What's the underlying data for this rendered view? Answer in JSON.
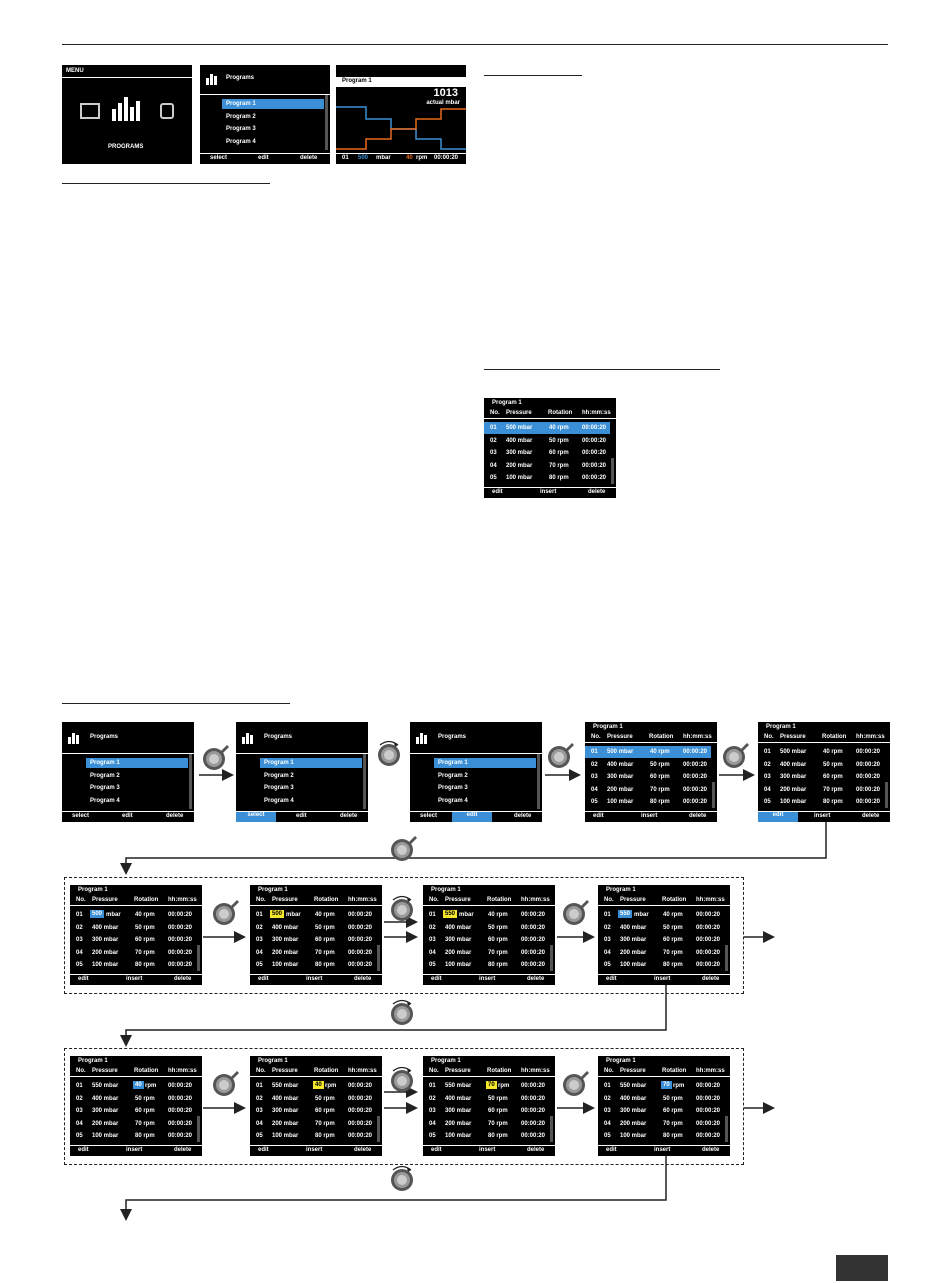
{
  "menu_screen": {
    "title": "MENU",
    "label": "PROGRAMS"
  },
  "programs_screen": {
    "title": "Programs",
    "items": [
      "Program  1",
      "Program  2",
      "Program  3",
      "Program  4"
    ],
    "footer": [
      "select",
      "edit",
      "delete"
    ]
  },
  "graph_screen": {
    "title": "Program  1",
    "value": "1013",
    "unit": "actual mbar",
    "footer": {
      "no": "01",
      "pressure": "500",
      "pressure_unit": "mbar",
      "rpm": "40",
      "rpm_unit": "rpm",
      "time": "00:00:20"
    }
  },
  "table_headers": [
    "No.",
    "Pressure",
    "Rotation",
    "hh:mm:ss"
  ],
  "table_footer": [
    "edit",
    "insert",
    "delete"
  ],
  "program_title": "Program  1",
  "rows": [
    {
      "no": "01",
      "pressure": "500 mbar",
      "rotation": "40 rpm",
      "time": "00:00:20"
    },
    {
      "no": "02",
      "pressure": "400 mbar",
      "rotation": "50 rpm",
      "time": "00:00:20"
    },
    {
      "no": "03",
      "pressure": "300 mbar",
      "rotation": "60 rpm",
      "time": "00:00:20"
    },
    {
      "no": "04",
      "pressure": "200 mbar",
      "rotation": "70 rpm",
      "time": "00:00:20"
    },
    {
      "no": "05",
      "pressure": "100 mbar",
      "rotation": "80 rpm",
      "time": "00:00:20"
    }
  ],
  "edit_values": {
    "p500": "500",
    "p550": "550",
    "r40": "40",
    "r70": "70",
    "p550_full": "550 mbar",
    "unit_mbar": "mbar",
    "unit_rpm": "rpm"
  },
  "colors": {
    "highlight": "#3a8fd6",
    "edit_yellow": "#f2e52a",
    "screen_bg": "#000000"
  }
}
